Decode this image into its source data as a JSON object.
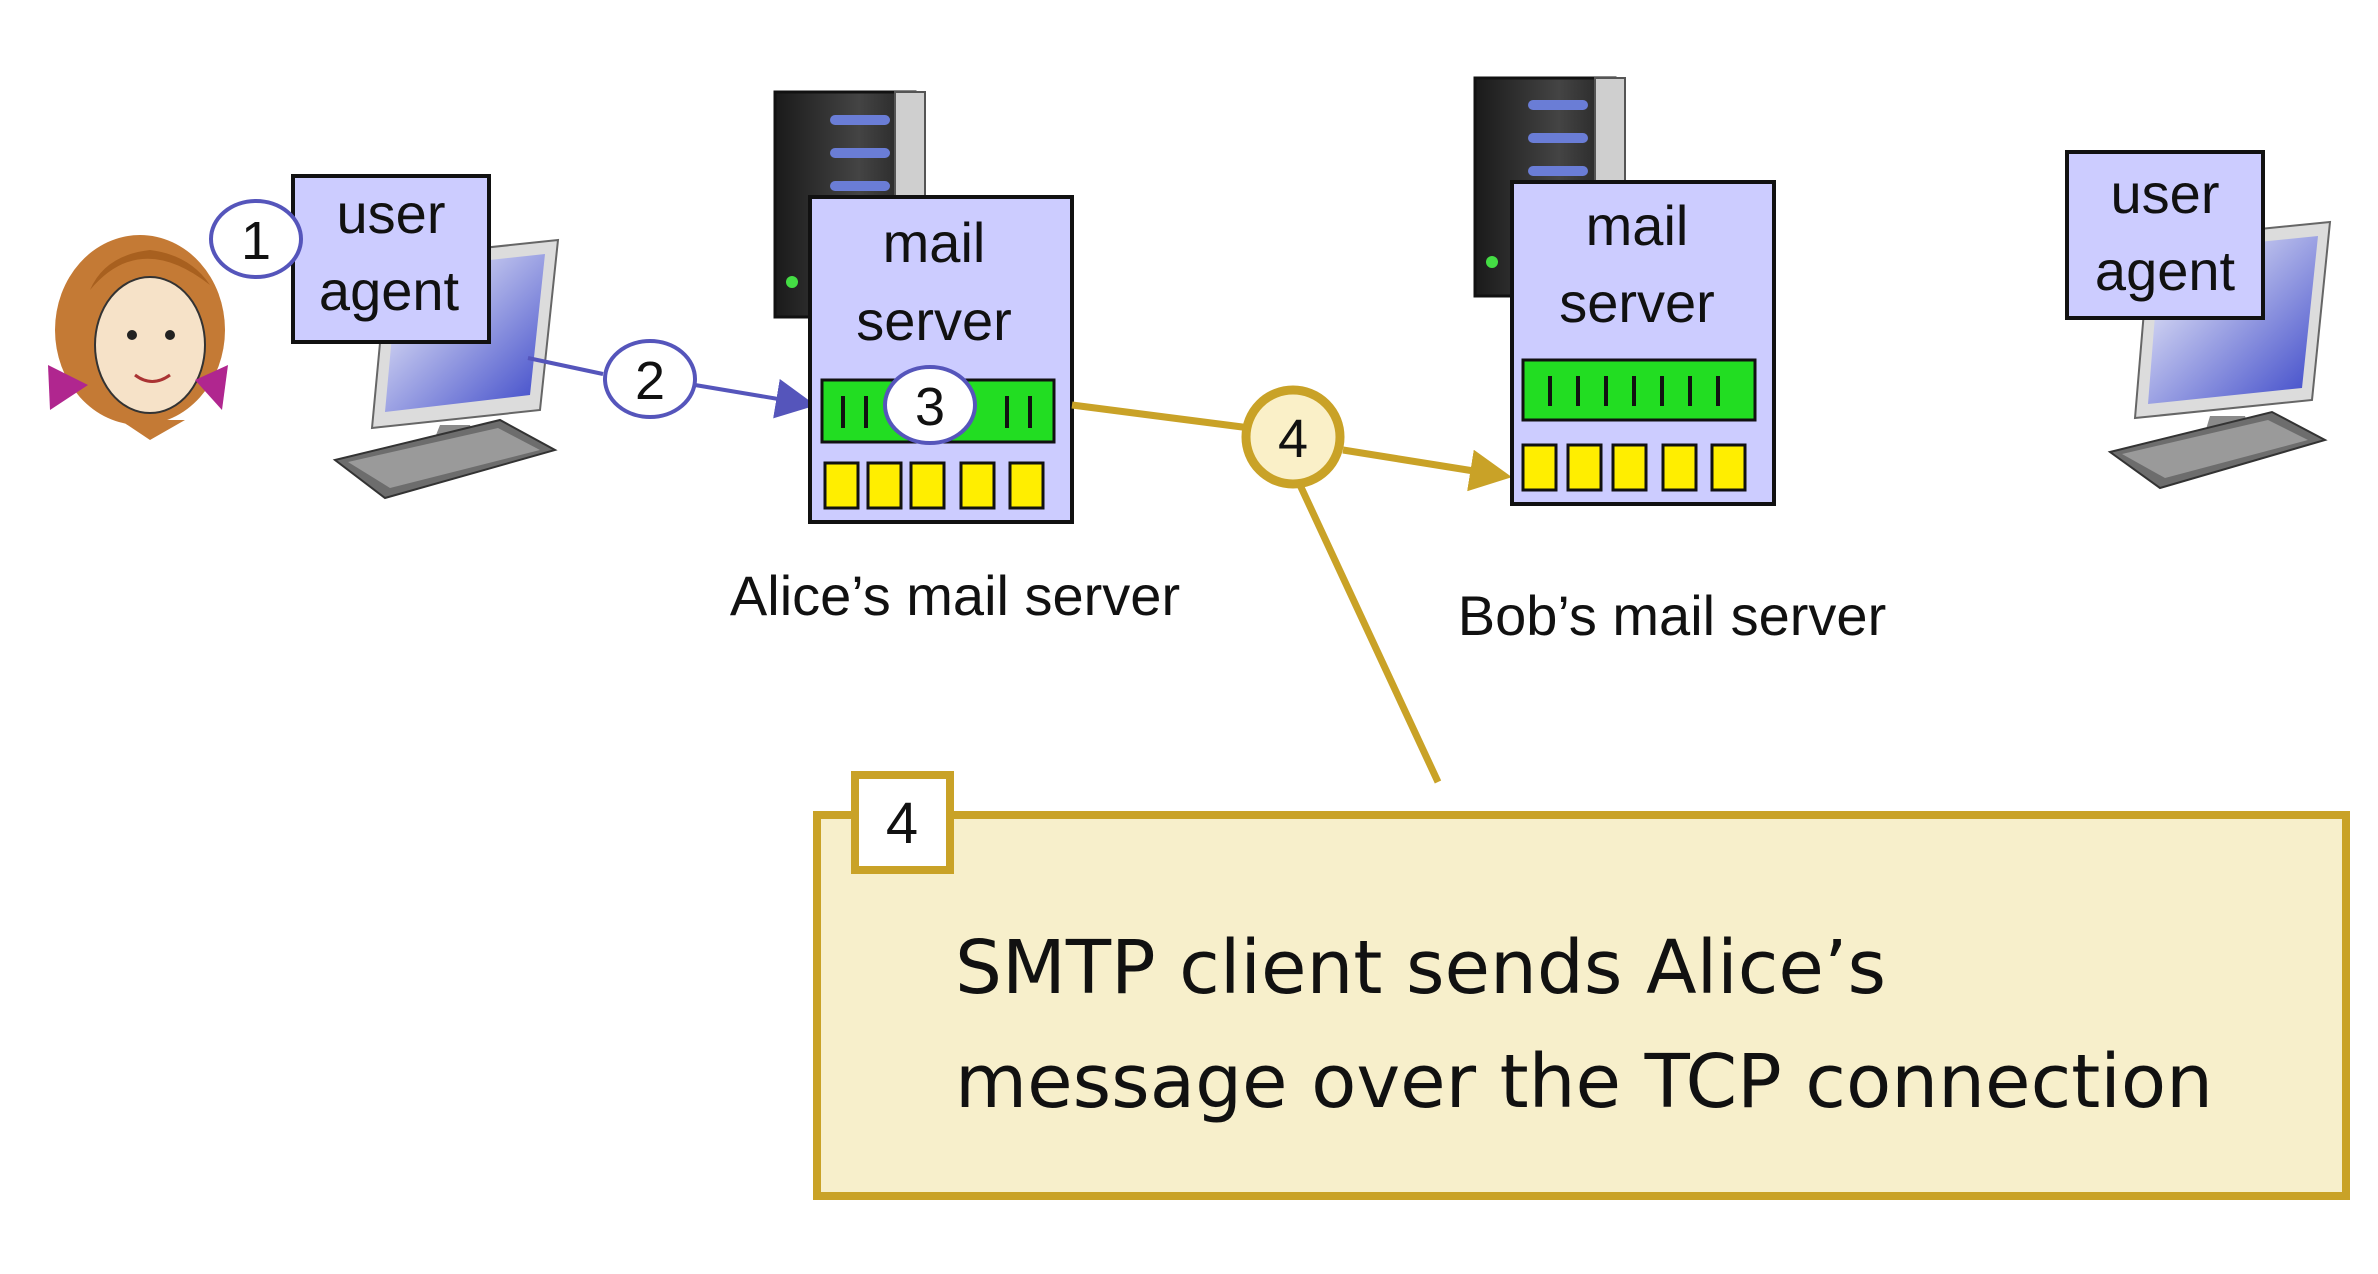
{
  "left_user_agent": {
    "line1": "user",
    "line2": "agent"
  },
  "right_user_agent": {
    "line1": "user",
    "line2": "agent"
  },
  "alice_server": {
    "line1": "mail",
    "line2": "server",
    "caption": "Alice’s mail server"
  },
  "bob_server": {
    "line1": "mail",
    "line2": "server",
    "caption": "Bob’s mail server"
  },
  "steps": [
    "1",
    "2",
    "3",
    "4"
  ],
  "callout": {
    "number": "4",
    "line1": "SMTP client sends Alice’s",
    "line2": "message over the TCP connection"
  },
  "colors": {
    "box_fill": "#ccccff",
    "queue_green": "#22dd22",
    "queue_yellow": "#ffee00",
    "gold": "#c9a227",
    "callout_fill": "#f7efcb",
    "blue_arrow": "#5555bb"
  }
}
